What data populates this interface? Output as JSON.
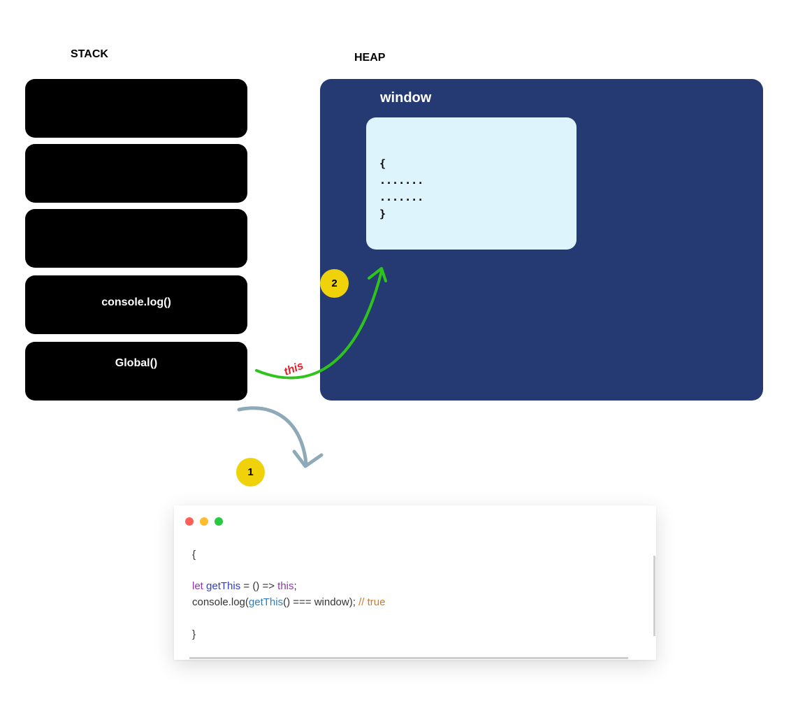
{
  "stack": {
    "title": "STACK",
    "frames": [
      "",
      "",
      "",
      "console.log()",
      "Global()"
    ]
  },
  "heap": {
    "title": "HEAP",
    "window_label": "window",
    "object_lines": [
      "{",
      ".......",
      ".......",
      "}"
    ]
  },
  "arrows": {
    "this_label": "this"
  },
  "badges": [
    "1",
    "2"
  ],
  "code": {
    "line1": "{",
    "line2": {
      "kw": "let",
      "name": "getThis",
      "rest": " = () => ",
      "kw2": "this",
      "end": ";"
    },
    "line3": {
      "prefix": "console.log(",
      "fn": "getThis",
      "rest": "() === window); ",
      "comment": "// true"
    },
    "line4": "}"
  },
  "colors": {
    "heap_bg": "#253a72",
    "window_object_bg": "#def4fc",
    "badge": "#f0d20a",
    "this_arrow": "#2ec41c",
    "this_label": "#e0202a",
    "step1_arrow": "#8ea9b8"
  }
}
